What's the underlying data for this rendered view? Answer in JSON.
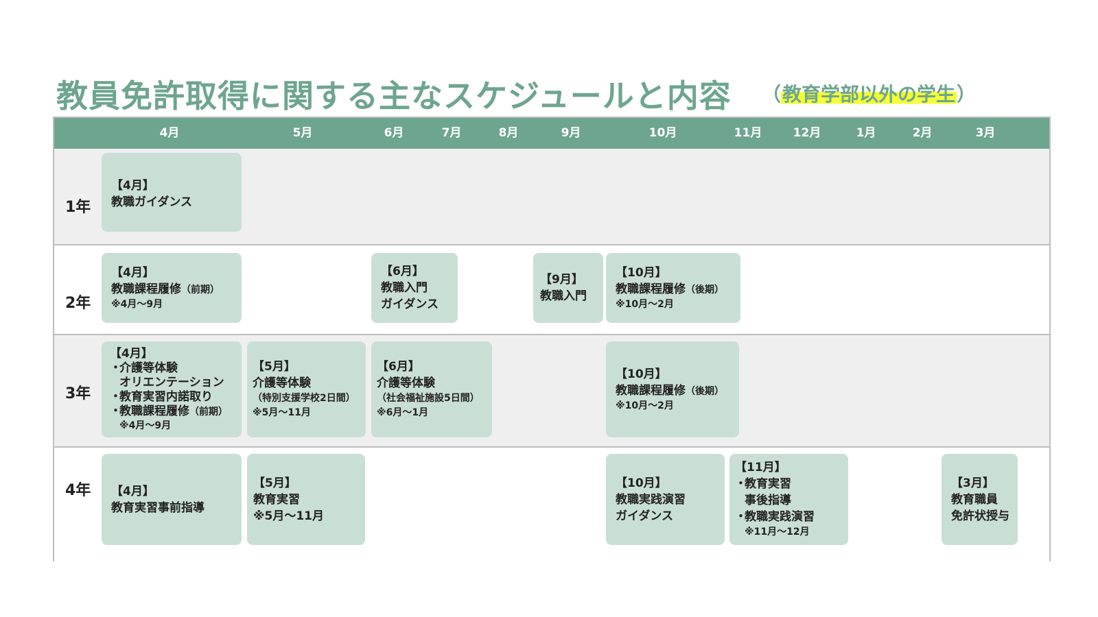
{
  "title": "教員免許取得に関する主なスケジュールと内容",
  "subtitle": {
    "open": "（",
    "text": "教育学部以外の学生",
    "close": "）"
  },
  "months": [
    "4月",
    "5月",
    "6月",
    "7月",
    "8月",
    "9月",
    "10月",
    "11月",
    "12月",
    "1月",
    "2月",
    "3月"
  ],
  "rows": [
    {
      "year": "1年",
      "cards": [
        {
          "title": "【4月】",
          "lines": [
            "教職ガイダンス"
          ]
        }
      ]
    },
    {
      "year": "2年",
      "cards": [
        {
          "title": "【4月】",
          "line1": "教職課程履修",
          "line1_sub": "（前期）",
          "note": "※4月〜9月"
        },
        {
          "title": "【6月】",
          "lines": [
            "教職入門",
            "ガイダンス"
          ]
        },
        {
          "title": "【9月】",
          "lines": [
            "教職入門"
          ]
        },
        {
          "title": "【10月】",
          "line1": "教職課程履修",
          "line1_sub": "（後期）",
          "note": "※10月〜2月"
        }
      ]
    },
    {
      "year": "3年",
      "cards": [
        {
          "title": "【4月】",
          "bullet": "・",
          "items": [
            "介護等体験",
            "オリエンテーション",
            "教育実習内諾取り",
            "教職課程履修"
          ],
          "items_sub": "（前期）",
          "note": "※4月〜9月"
        },
        {
          "title": "【5月】",
          "lines": [
            "介護等体験"
          ],
          "detail": "（特別支援学校2日間）",
          "note": "※5月〜11月"
        },
        {
          "title": "【6月】",
          "lines": [
            "介護等体験"
          ],
          "detail": "（社会福祉施設5日間）",
          "note": "※6月〜1月"
        },
        {
          "title": "【10月】",
          "line1": "教職課程履修",
          "line1_sub": "（後期）",
          "note": "※10月〜2月"
        }
      ]
    },
    {
      "year": "4年",
      "cards": [
        {
          "title": "【4月】",
          "lines": [
            "教育実習事前指導"
          ]
        },
        {
          "title": "【5月】",
          "lines": [
            "教育実習",
            "※5月〜11月"
          ]
        },
        {
          "title": "【10月】",
          "lines": [
            "教職実践演習",
            "ガイダンス"
          ]
        },
        {
          "title": "【11月】",
          "bullet": "・",
          "items": [
            "教育実習",
            "事後指導",
            "教職実践演習"
          ],
          "note": "※11月〜12月"
        },
        {
          "title": "【3月】",
          "lines": [
            "教育職員",
            "免許状授与"
          ]
        }
      ]
    }
  ]
}
